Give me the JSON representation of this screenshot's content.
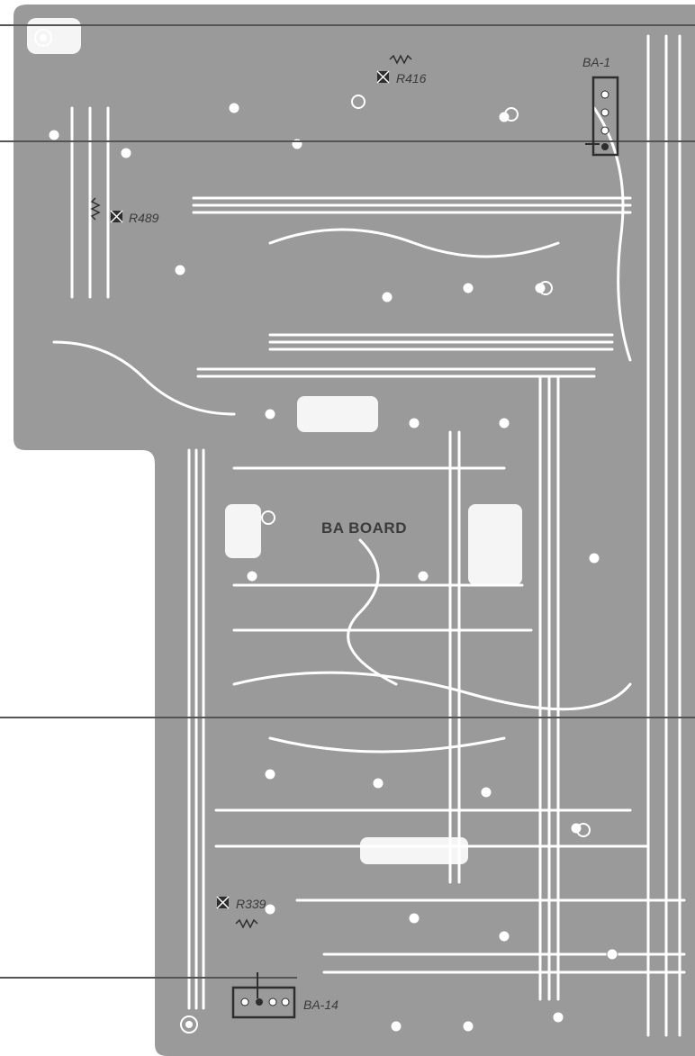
{
  "board": {
    "title": "BA BOARD",
    "colors": {
      "substrate": "#9a9a9a",
      "copper": "#ffffff",
      "ink": "#2e2e2e",
      "line": "#3a3a3a"
    }
  },
  "references": {
    "resistors": [
      "R416",
      "R489",
      "R339"
    ],
    "connectors": [
      "BA-1",
      "BA-14"
    ]
  },
  "labels": {
    "r416": "R416",
    "r489": "R489",
    "r339": "R339",
    "ba1": "BA-1",
    "ba14": "BA-14"
  }
}
